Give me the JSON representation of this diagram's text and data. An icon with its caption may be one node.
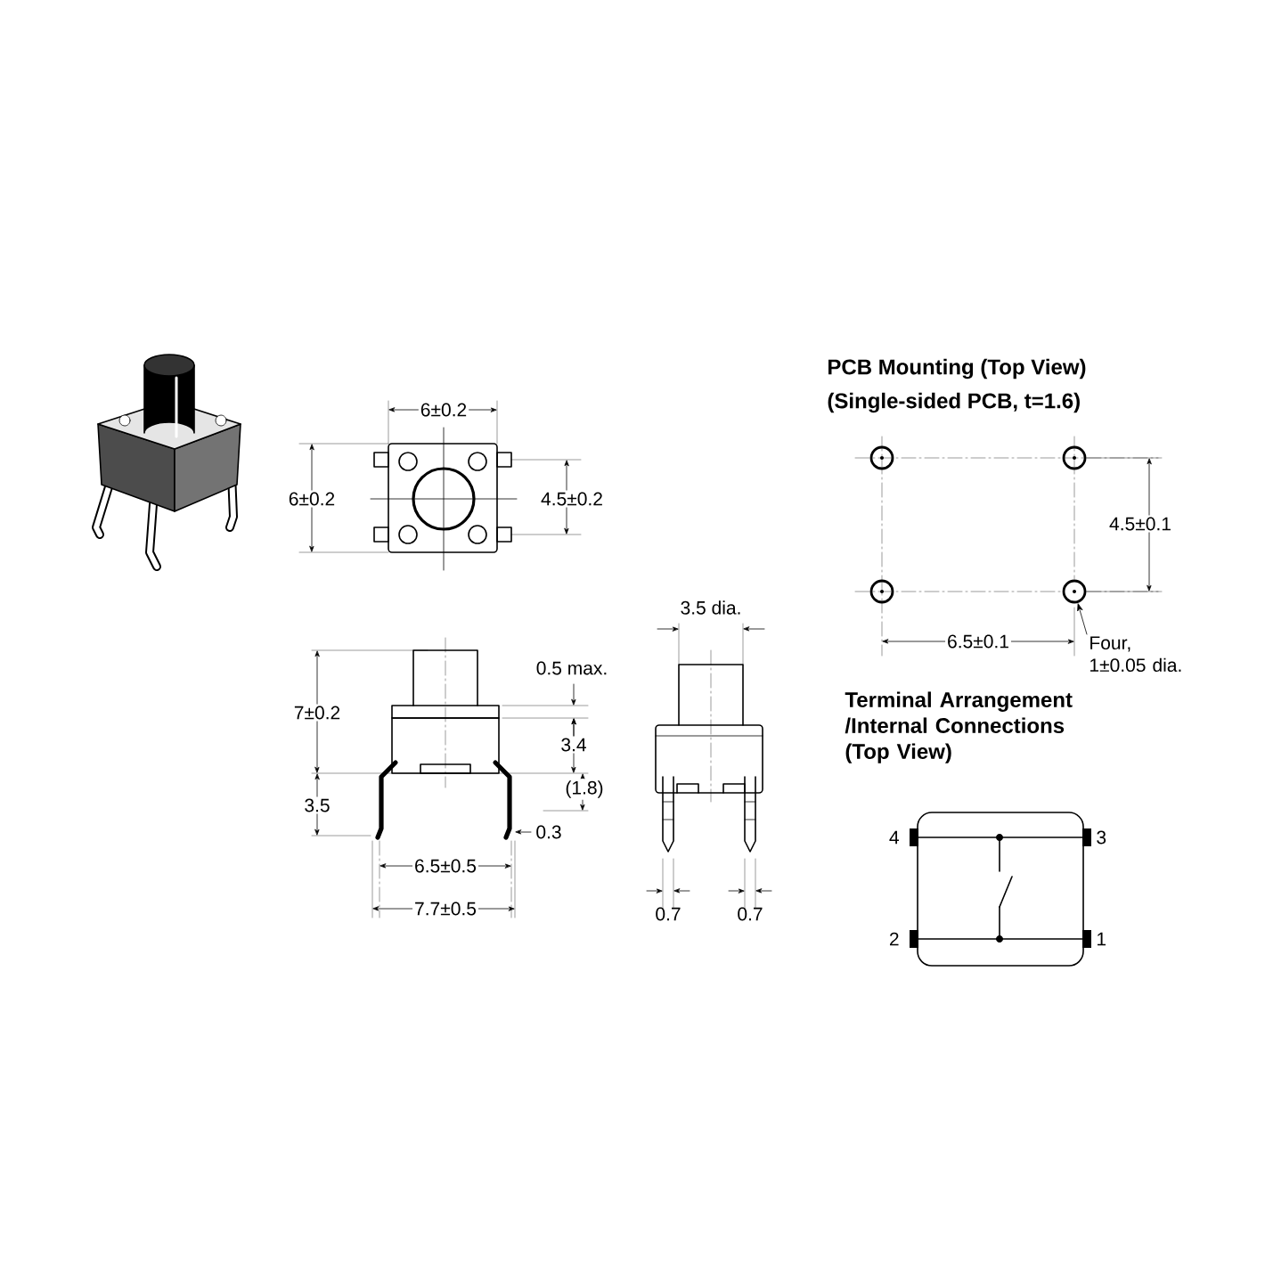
{
  "diagram": {
    "nodes": [
      {
        "text": [
          "Four, 1±0.05 dia."
        ]
      },
      {
        "text": [],
        "shape": "circle"
      }
    ],
    "edges": [
      {
        "from": 0,
        "to": 1,
        "arrow": "to"
      }
    ],
    "labels": [
      "6±0.2",
      "6±0.2",
      "4.5±0.2",
      "PCB Mounting (Top View)",
      "(Single-sided PCB, t=1.6)",
      "4.5±0.1",
      "6.5±0.1",
      "3.5 dia.",
      "0.5 max.",
      "7±0.2",
      "3.4",
      "(1.8)",
      "3.5",
      "0.3",
      "6.5±0.5",
      "7.7±0.5",
      "0.7",
      "0.7",
      "Terminal Arrangement /Internal Connections (Top View)",
      "4",
      "3",
      "2",
      "1"
    ]
  }
}
